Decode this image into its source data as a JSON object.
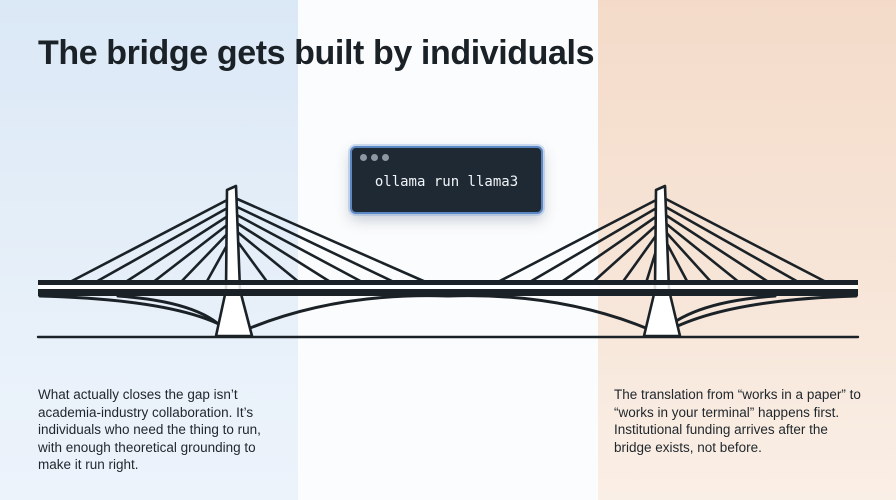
{
  "title": "The bridge gets built by individuals",
  "terminal": {
    "command": "ollama run llama3"
  },
  "captions": {
    "left": "What actually closes the gap isn’t academia-industry collaboration. It’s individuals who need the thing to run, with enough theoretical grounding to make it run right.",
    "right": "The translation from “works in a paper” to “works in your terminal” happens first. Institutional funding arrives after the bridge exists, not before."
  },
  "colors": {
    "left_panel": "#dbe8f6",
    "right_panel": "#f4dbc9",
    "terminal_bg": "#1e2934",
    "terminal_border": "#5b87c2",
    "ink": "#1b2227"
  }
}
